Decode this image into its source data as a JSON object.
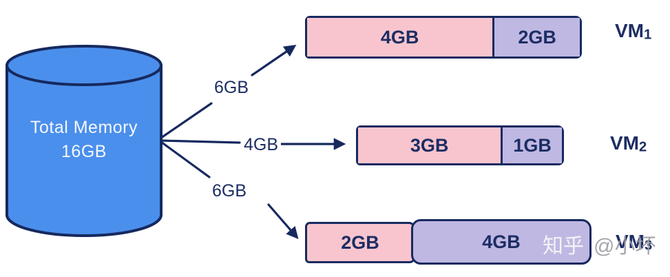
{
  "source": {
    "title_line1": "Total Memory",
    "title_line2": "16GB"
  },
  "arrows": [
    {
      "label": "6GB",
      "target": "VM1"
    },
    {
      "label": "4GB",
      "target": "VM2"
    },
    {
      "label": "6GB",
      "target": "VM3"
    }
  ],
  "vms": [
    {
      "name": "VM",
      "sub": "1",
      "segments": [
        {
          "label": "4GB",
          "color": "pink"
        },
        {
          "label": "2GB",
          "color": "purple"
        }
      ]
    },
    {
      "name": "VM",
      "sub": "2",
      "segments": [
        {
          "label": "3GB",
          "color": "pink"
        },
        {
          "label": "1GB",
          "color": "purple"
        }
      ]
    },
    {
      "name": "VM",
      "sub": "3",
      "segments": [
        {
          "label": "2GB",
          "color": "pink"
        },
        {
          "label": "4GB",
          "color": "purple"
        }
      ]
    }
  ],
  "watermark": {
    "brand": "知乎",
    "author": "@小坏"
  },
  "colors": {
    "cylinder_fill": "#4b8fec",
    "outline_navy": "#16295f",
    "text_navy": "#1d2d64",
    "source_text": "#f4f8fd",
    "segment_pink": "#f8c5ce",
    "segment_purple": "#bfb8e2",
    "watermark_light": "#f3f3f6",
    "watermark_gray": "#9b9ba3"
  }
}
